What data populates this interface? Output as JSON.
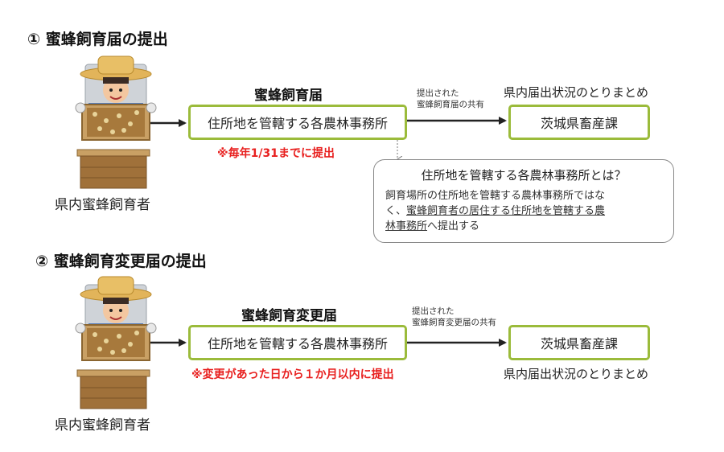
{
  "section1": {
    "title": "① 蜜蜂飼育届の提出",
    "document": "蜜蜂飼育届",
    "office": "住所地を管轄する各農林事務所",
    "deadline": "※毎年1/31までに提出",
    "shared_line1": "提出された",
    "shared_line2": "蜜蜂飼育届の共有",
    "destination": "茨城県畜産課",
    "destination_note": "県内届出状況のとりまとめ",
    "person_caption": "県内蜜蜂飼育者",
    "info": {
      "title": "住所地を管轄する各農林事務所とは？",
      "body_line1": "飼育場所の住所地を管轄する農林事務所ではな",
      "body_line2a": "く、",
      "body_line2b": "蜜蜂飼育者の居住する住所地を管轄する農",
      "body_line3a": "林事務所",
      "body_line3b": "へ提出する"
    }
  },
  "section2": {
    "title": "② 蜜蜂飼育変更届の提出",
    "document": "蜜蜂飼育変更届",
    "office": "住所地を管轄する各農林事務所",
    "deadline": "※変更があった日から１か月以内に提出",
    "shared_line1": "提出された",
    "shared_line2": "蜜蜂飼育変更届の共有",
    "destination": "茨城県畜産課",
    "destination_note": "県内届出状況のとりまとめ",
    "person_caption": "県内蜜蜂飼育者"
  },
  "colors": {
    "box_border": "#9bbb3b",
    "deadline_red": "#e8201f"
  },
  "icons": [
    "beekeeper-illustration",
    "arrow-right",
    "dotted-arrow-down"
  ]
}
